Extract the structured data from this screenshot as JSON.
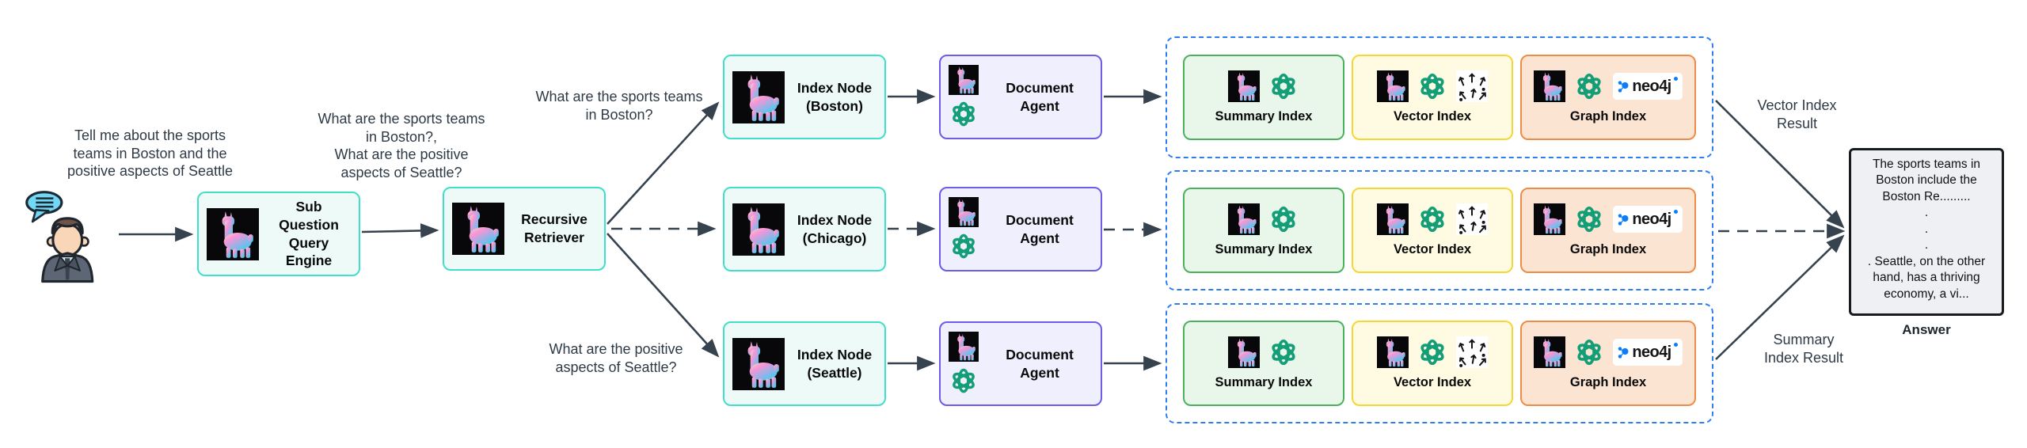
{
  "texts": {
    "user_query": "Tell me about the sports\nteams in Boston and the\npositive aspects of Seattle",
    "sub_questions": "What are the sports teams\nin Boston?,\nWhat are the positive\naspects of Seattle?",
    "question_boston": "What are the sports teams\nin Boston?",
    "question_seattle": "What are the positive\naspects of Seattle?"
  },
  "nodes": {
    "engine": "Sub\nQuestion\nQuery\nEngine",
    "retriever": "Recursive\nRetriever"
  },
  "branches": [
    {
      "index_node": "Index Node\n(Boston)",
      "agent": "Document\nAgent",
      "connector": "solid"
    },
    {
      "index_node": "Index Node\n(Chicago)",
      "agent": "Document\nAgent",
      "connector": "dashed"
    },
    {
      "index_node": "Index Node\n(Seattle)",
      "agent": "Document\nAgent",
      "connector": "solid"
    }
  ],
  "index_types": {
    "summary": "Summary Index",
    "vector": "Vector Index",
    "graph": "Graph Index"
  },
  "neo4j_wordmark": "neo4j",
  "results": {
    "vector_label": "Vector Index\nResult",
    "summary_label": "Summary\nIndex Result",
    "answer_caption": "Answer",
    "answer_text": "The sports teams in\nBoston include the\nBoston Re.........\n.\n.\n.\n. Seattle, on the other\nhand, has a thriving\neconomy, a vi..."
  },
  "colors": {
    "teal_border": "#3fdfca",
    "teal_bg": "#edfaf7",
    "purple_border": "#6c5ce7",
    "purple_bg": "#efeffd",
    "green_border": "#4cb05c",
    "green_bg": "#e9f7eb",
    "yellow_border": "#f5d733",
    "yellow_bg": "#fefbe2",
    "orange_border": "#ee8c47",
    "orange_bg": "#fce4d2",
    "cluster_dashed_border": "#2e7ef2",
    "arrow": "#36424e",
    "text": "#2e3a46",
    "openai_green": "#139e78",
    "neo4j_blue": "#0d7df7",
    "answer_bg": "#eef0f3"
  },
  "icons": [
    "llamaindex-icon",
    "openai-icon",
    "vector-scatter-icon",
    "neo4j-icon",
    "user-avatar",
    "speech-bubble-icon"
  ]
}
